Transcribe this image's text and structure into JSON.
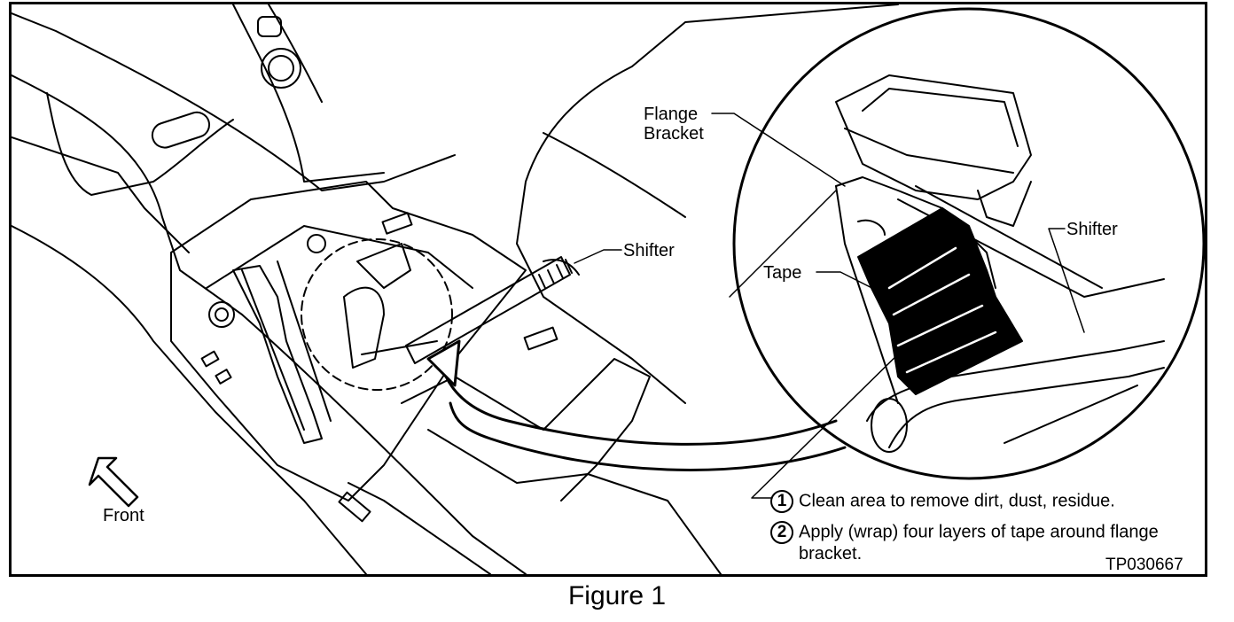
{
  "labels": {
    "shifter_main": "Shifter",
    "flange_bracket": "Flange\nBracket",
    "shifter_detail": "Shifter",
    "tape": "Tape",
    "front": "Front"
  },
  "steps": [
    {
      "number": "1",
      "text": "Clean area to remove dirt, dust, residue."
    },
    {
      "number": "2",
      "text": "Apply (wrap) four layers of tape around flange bracket."
    }
  ],
  "part_code": "TP030667",
  "caption": "Figure 1",
  "colors": {
    "line": "#000000",
    "background": "#ffffff",
    "tape": "#000000"
  }
}
